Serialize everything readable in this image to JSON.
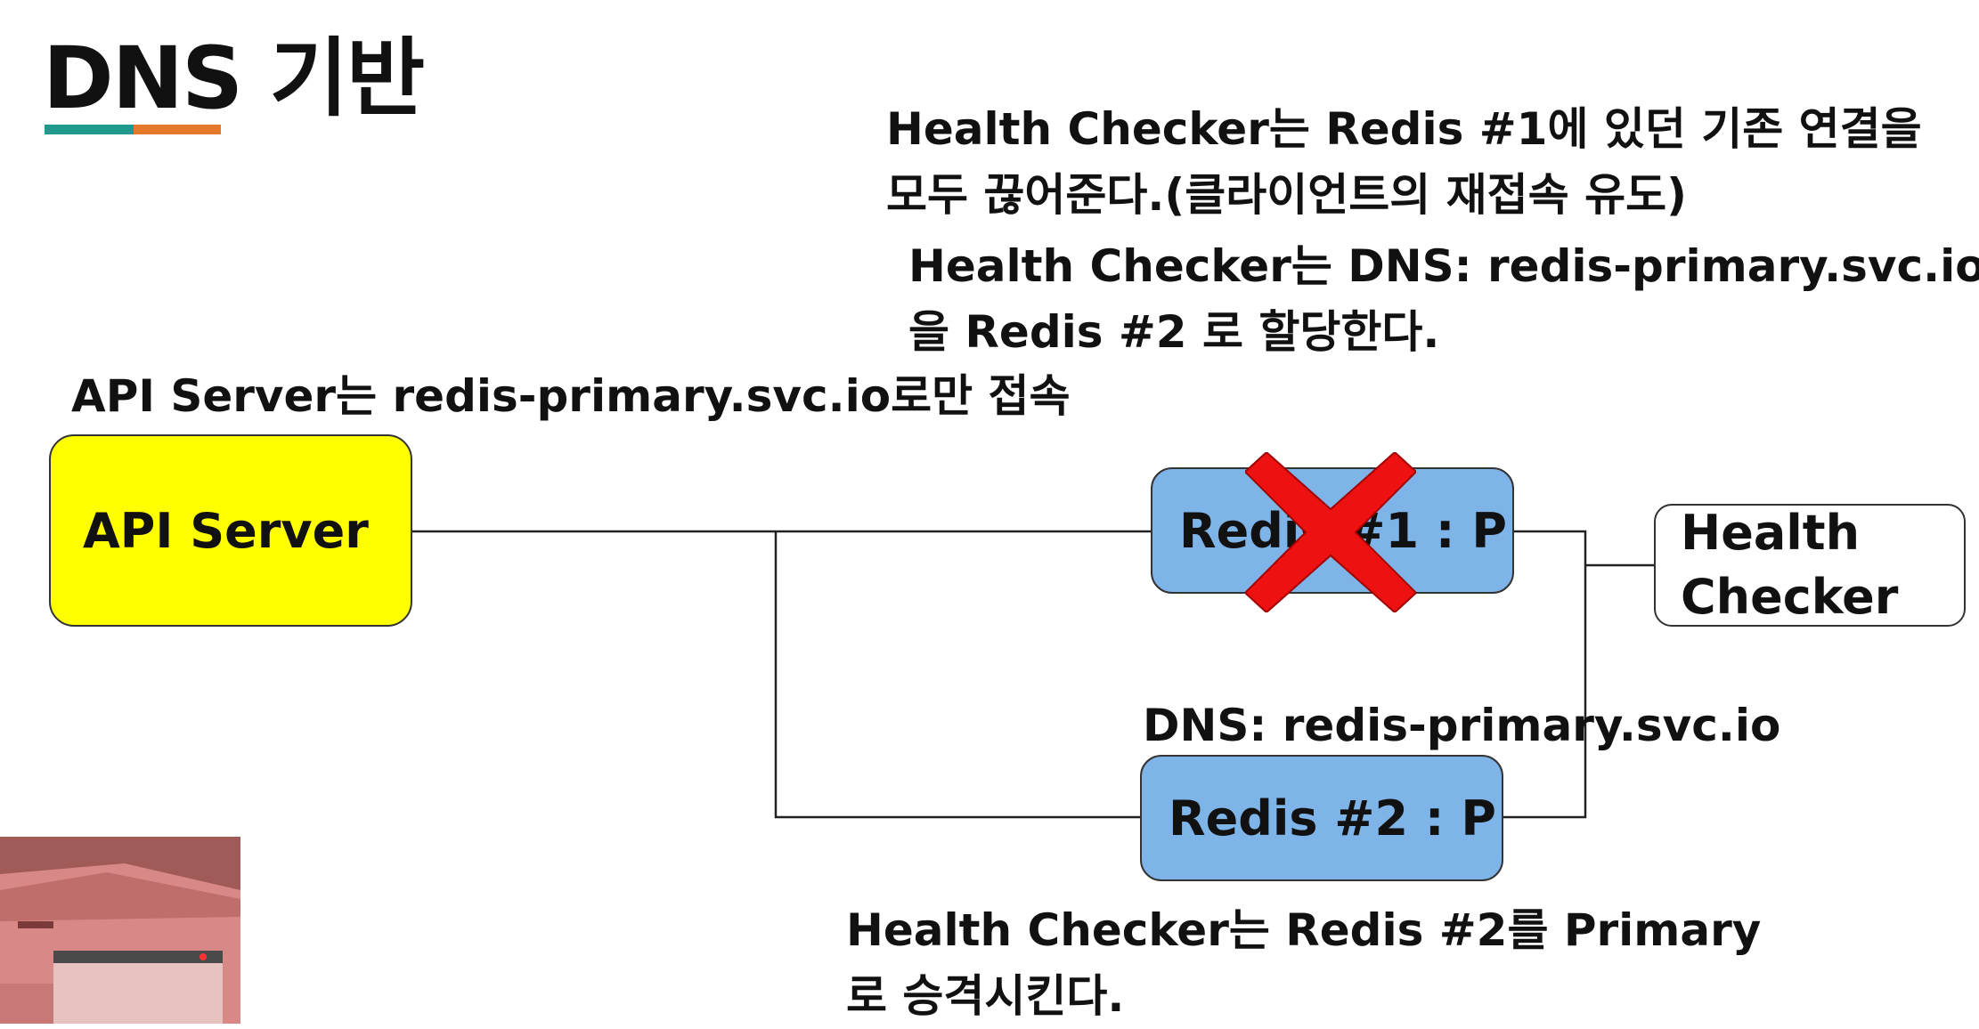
{
  "title": "DNS 기반",
  "notes": {
    "api_note": "API Server는 redis-primary.svc.io로만 접속",
    "disconnect_line1": "Health Checker는 Redis #1에 있던 기존 연결을",
    "disconnect_line2": "모두 끊어준다.(클라이언트의 재접속 유도)",
    "dns_assign_line1": "Health Checker는 DNS: redis-primary.svc.io",
    "dns_assign_line2": "을 Redis #2 로 할당한다.",
    "dns_label": "DNS: redis-primary.svc.io",
    "promote_line1": "Health Checker는 Redis #2를 Primary",
    "promote_line2": "로 승격시킨다."
  },
  "nodes": {
    "api_server": "API Server",
    "redis1": "Redis #1 : P",
    "redis2": "Redis #2 : P",
    "health_checker_line1": "Health",
    "health_checker_line2": "Checker"
  },
  "colors": {
    "api_server_fill": "#ffff00",
    "redis_fill": "#7fb4e8",
    "failure_x": "#ee1111",
    "underline_teal": "#1f9a8c",
    "underline_orange": "#e5792b"
  },
  "icons": {
    "failure_mark": "x-cross-icon"
  }
}
